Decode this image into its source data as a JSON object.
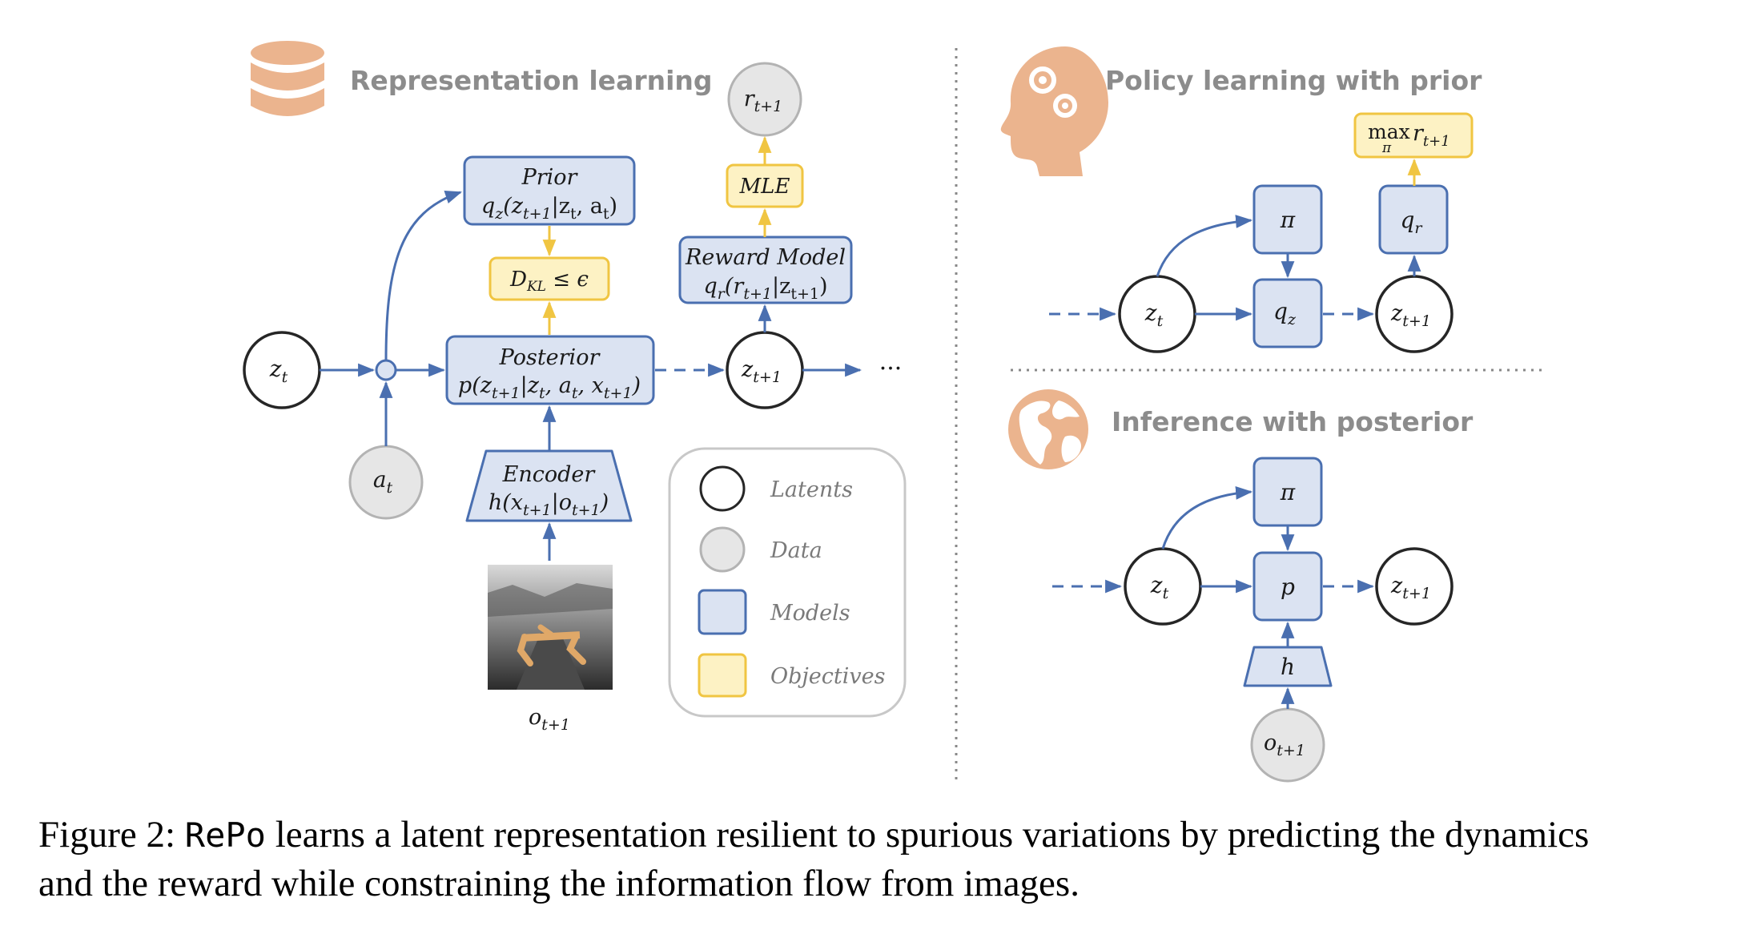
{
  "sections": {
    "representation": "Representation learning",
    "policy": "Policy learning with prior",
    "inference": "Inference with posterior"
  },
  "left": {
    "prior": {
      "title": "Prior",
      "formula": "q_z(z_{t+1}|z_t, a_t)"
    },
    "dkl": "D_KL ≤ ϵ",
    "posterior": {
      "title": "Posterior",
      "formula": "p(z_{t+1}|z_t, a_t, x_{t+1})"
    },
    "encoder": {
      "title": "Encoder",
      "formula": "h(x_{t+1}|o_{t+1})"
    },
    "reward_model": {
      "title": "Reward Model",
      "formula": "q_r(r_{t+1}|z_{t+1})"
    },
    "mle": "MLE",
    "zt": "z_t",
    "at": "a_t",
    "zt1": "z_{t+1}",
    "rt1": "r_{t+1}",
    "ot1": "o_{t+1}",
    "ellipsis": "···"
  },
  "legend": {
    "latents": "Latents",
    "data": "Data",
    "models": "Models",
    "objectives": "Objectives"
  },
  "policy_panel": {
    "objective": "max_π r_{t+1}",
    "pi": "π",
    "qz": "q_z",
    "qr": "q_r",
    "zt": "z_t",
    "zt1": "z_{t+1}"
  },
  "inference_panel": {
    "pi": "π",
    "p": "p",
    "h": "h",
    "zt": "z_t",
    "zt1": "z_{t+1}",
    "ot1": "o_{t+1}"
  },
  "caption": {
    "prefix": "Figure 2: ",
    "code": "RePo",
    "line1_rest": " learns a latent representation resilient to spurious variations by predicting the dynamics",
    "line2": "and the reward while constraining the information flow from images."
  },
  "colors": {
    "model_fill": "#dbe3f2",
    "model_stroke": "#4a6fb0",
    "objective_fill": "#fdf2c4",
    "objective_stroke": "#f0c542",
    "data_fill": "#e6e6e6",
    "data_stroke": "#b3b3b3",
    "latent_stroke": "#262626",
    "icon_orange": "#ebb48e",
    "arrow_blue": "#4a6fb0",
    "arrow_yellow": "#f0c542",
    "section_gray": "#8c8c8c"
  }
}
